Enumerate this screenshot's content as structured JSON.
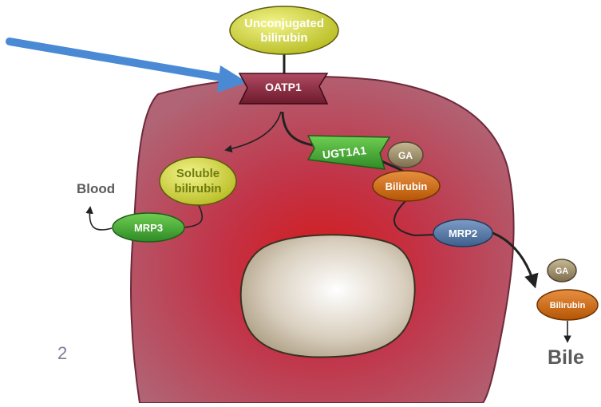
{
  "labels": {
    "unconjugated_line1": "Unconjugated",
    "unconjugated_line2": "bilirubin",
    "oatp1": "OATP1",
    "ugt1a1": "UGT1A1",
    "ga_top": "GA",
    "bilirubin_inner": "Bilirubin",
    "soluble_line1": "Soluble",
    "soluble_line2": "bilirubin",
    "blood": "Blood",
    "mrp3": "MRP3",
    "mrp2": "MRP2",
    "ga_outer": "GA",
    "bilirubin_outer": "Bilirubin",
    "bile": "Bile",
    "slide_number": "2"
  },
  "colors": {
    "pointer_arrow": "#4a8ad4",
    "cell_edge": "#a8375a",
    "cell_center": "#d81d1f",
    "nucleus": "#c9bda9",
    "unconjugated_fill": "#c8cc3a",
    "oatp1_fill": "#8e2840",
    "ugt1a1_fill": "#3e9e34",
    "ga_fill": "#9a8a68",
    "bilirubin_fill": "#d36b10",
    "soluble_fill": "#e6ea58",
    "mrp3_fill": "#4bb535",
    "mrp2_fill": "#4b6d9a"
  }
}
